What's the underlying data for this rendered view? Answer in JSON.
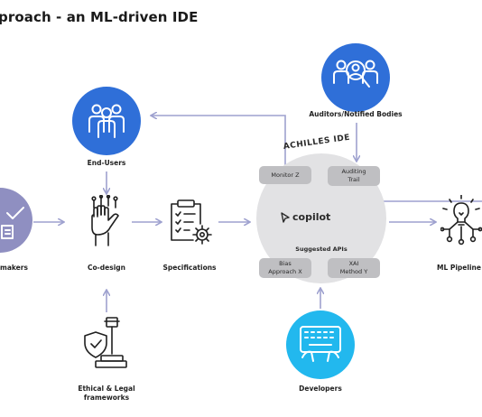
{
  "title": "proach - an ML-driven IDE",
  "nodes": {
    "auditors": "Auditors/Notified Bodies",
    "end_users": "End-Users",
    "makers": "makers",
    "codesign": "Co-design",
    "specifications": "Specifications",
    "ml_pipeline": "ML Pipeline",
    "ethical_line1": "Ethical & Legal",
    "ethical_line2": "frameworks",
    "developers": "Developers"
  },
  "ide": {
    "title": "ACHILLES IDE",
    "monitor": "Monitor Z",
    "audit_line1": "Auditing",
    "audit_line2": "Trail",
    "copilot": "copilot",
    "suggested": "Suggested APIs",
    "bias_line1": "Bias",
    "bias_line2": "Approach X",
    "xai_line1": "XAI",
    "xai_line2": "Method Y"
  },
  "colors": {
    "blue": "#2f6fd8",
    "cyan": "#22b8ee",
    "purple": "#8f8fc1",
    "arrow": "#9ea1cf",
    "ide_circle": "#e2e2e4",
    "pill": "#bfbfc2"
  },
  "icons": {
    "end_users": "group-of-people-icon",
    "auditors": "people-with-magnifier-icon",
    "makers": "check-document-icon",
    "codesign": "hand-circuit-icon",
    "specifications": "checklist-gear-icon",
    "ml_pipeline": "lightbulb-network-icon",
    "ethical": "gavel-shield-icon",
    "developers": "keyboard-hands-icon"
  }
}
